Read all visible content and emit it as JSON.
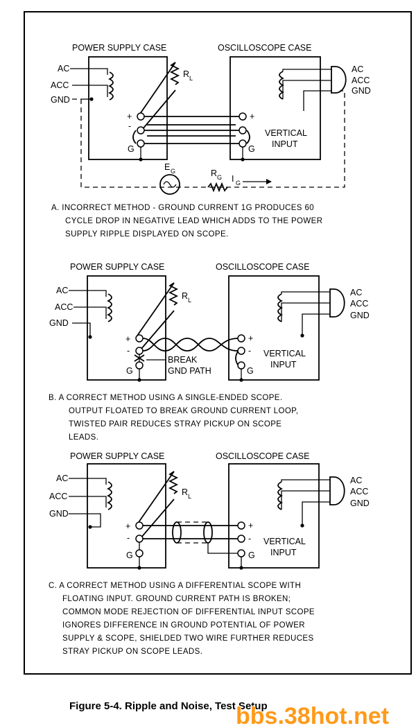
{
  "panels": [
    {
      "ps_title": "POWER SUPPLY CASE",
      "osc_title": "OSCILLOSCOPE CASE",
      "ac": "AC",
      "acc": "ACC",
      "gnd": "GND",
      "rl": "R",
      "rl_sub": "L",
      "plus": "+",
      "minus": "-",
      "g": "G",
      "vertical": "VERTICAL",
      "input": "INPUT",
      "eg": "E",
      "eg_sub": "G",
      "rg": "R",
      "rg_sub": "G",
      "ig": "I",
      "ig_sub": "G",
      "caption": [
        "A. INCORRECT METHOD - GROUND CURRENT  1G PRODUCES  60",
        "CYCLE DROP IN NEGATIVE LEAD WHICH ADDS TO THE POWER",
        "SUPPLY RIPPLE DISPLAYED ON SCOPE."
      ]
    },
    {
      "ps_title": "POWER SUPPLY CASE",
      "osc_title": "OSCILLOSCOPE CASE",
      "ac": "AC",
      "acc": "ACC",
      "gnd": "GND",
      "rl": "R",
      "rl_sub": "L",
      "plus": "+",
      "minus": "-",
      "g": "G",
      "vertical": "VERTICAL",
      "input": "INPUT",
      "break1": "BREAK",
      "break2": "GND PATH",
      "caption": [
        "B.  A CORRECT METHOD USING A SINGLE-ENDED SCOPE.",
        "OUTPUT FLOATED TO BREAK GROUND CURRENT LOOP,",
        "TWISTED PAIR REDUCES STRAY PICKUP ON SCOPE",
        "LEADS."
      ]
    },
    {
      "ps_title": "POWER SUPPLY CASE",
      "osc_title": "OSCILLOSCOPE CASE",
      "ac": "AC",
      "acc": "ACC",
      "gnd": "GND",
      "rl": "R",
      "rl_sub": "L",
      "plus": "+",
      "minus": "-",
      "g": "G",
      "vertical": "VERTICAL",
      "input": "INPUT",
      "caption": [
        "C. A CORRECT METHOD USING A DIFFERENTIAL SCOPE WITH",
        "FLOATING INPUT. GROUND CURRENT PATH IS BROKEN;",
        "COMMON MODE REJECTION  OF DIFFERENTIAL INPUT SCOPE",
        "IGNORES DIFFERENCE IN GROUND POTENTIAL OF POWER",
        "SUPPLY & SCOPE, SHIELDED TWO WIRE FURTHER REDUCES",
        "STRAY PICKUP ON SCOPE LEADS."
      ]
    }
  ],
  "figure_caption": "Figure 5-4.   Ripple and Noise, Test Setup",
  "watermark": "bbs.38hot.net"
}
